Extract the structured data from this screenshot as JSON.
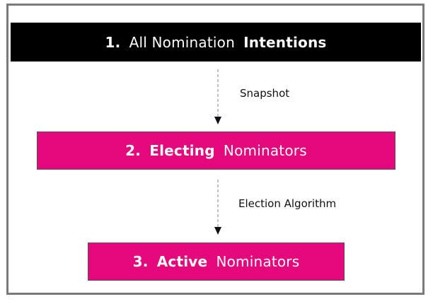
{
  "stages": [
    {
      "number": "1.",
      "pre": "All Nomination",
      "emph": "Intentions",
      "post": "",
      "fill": "#000000",
      "text_color": "#ffffff"
    },
    {
      "number": "2.",
      "pre": "",
      "emph": "Electing",
      "post": "Nominators",
      "fill": "#e5077c",
      "text_color": "#ffffff"
    },
    {
      "number": "3.",
      "pre": "",
      "emph": "Active",
      "post": "Nominators",
      "fill": "#e5077c",
      "text_color": "#ffffff"
    }
  ],
  "transitions": [
    {
      "label": "Snapshot"
    },
    {
      "label": "Election Algorithm"
    }
  ],
  "colors": {
    "border": "#7a7a7a",
    "accent": "#e5077c",
    "dark": "#000000"
  }
}
